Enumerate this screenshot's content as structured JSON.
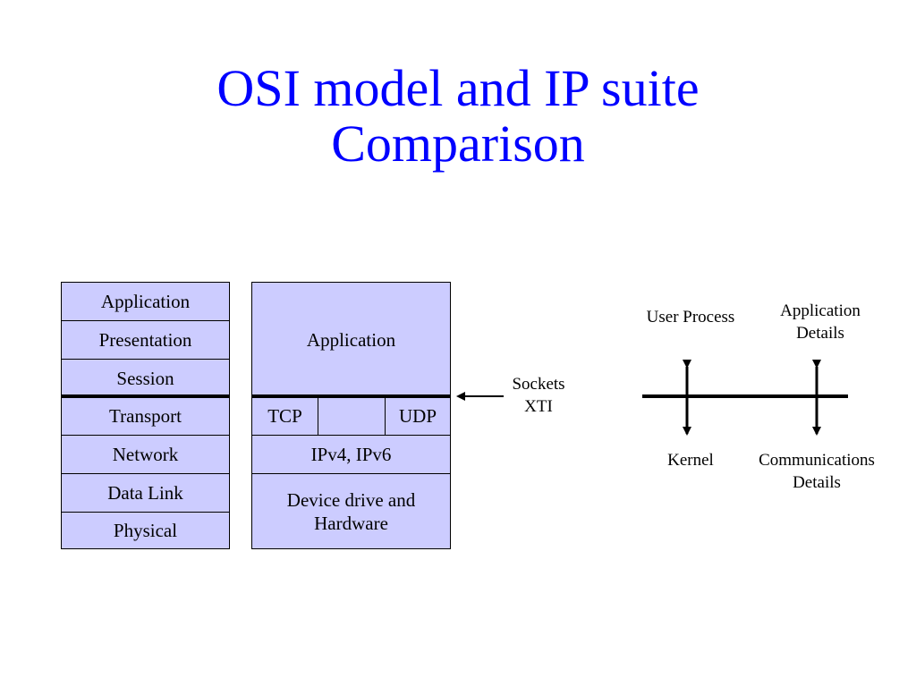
{
  "title": {
    "line1": "OSI model and IP suite",
    "line2": "Comparison"
  },
  "osi_layers": [
    "Application",
    "Presentation",
    "Session",
    "Transport",
    "Network",
    "Data Link",
    "Physical"
  ],
  "ip_suite": {
    "application": "Application",
    "tcp": "TCP",
    "middle": "",
    "udp": "UDP",
    "network": "IPv4, IPv6",
    "device": "Device drive and Hardware"
  },
  "sockets": {
    "line1": "Sockets",
    "line2": "XTI"
  },
  "right_diagram": {
    "user_process": "User Process",
    "application_details": "Application Details",
    "kernel": "Kernel",
    "communications_details": "Communications Details"
  }
}
